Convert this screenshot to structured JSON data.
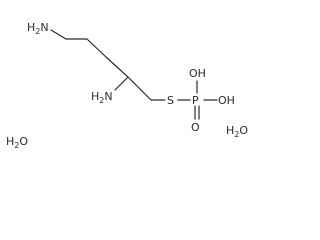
{
  "molecule": {
    "labels": {
      "amine_top": "H2N",
      "amine_mid": "H2N",
      "thiol_s": "S",
      "phosphorus": "P",
      "oxo": "O",
      "hydroxy_1": "OH",
      "hydroxy_2": "OH"
    },
    "water": {
      "left": "H2O",
      "right": "H2O"
    }
  }
}
